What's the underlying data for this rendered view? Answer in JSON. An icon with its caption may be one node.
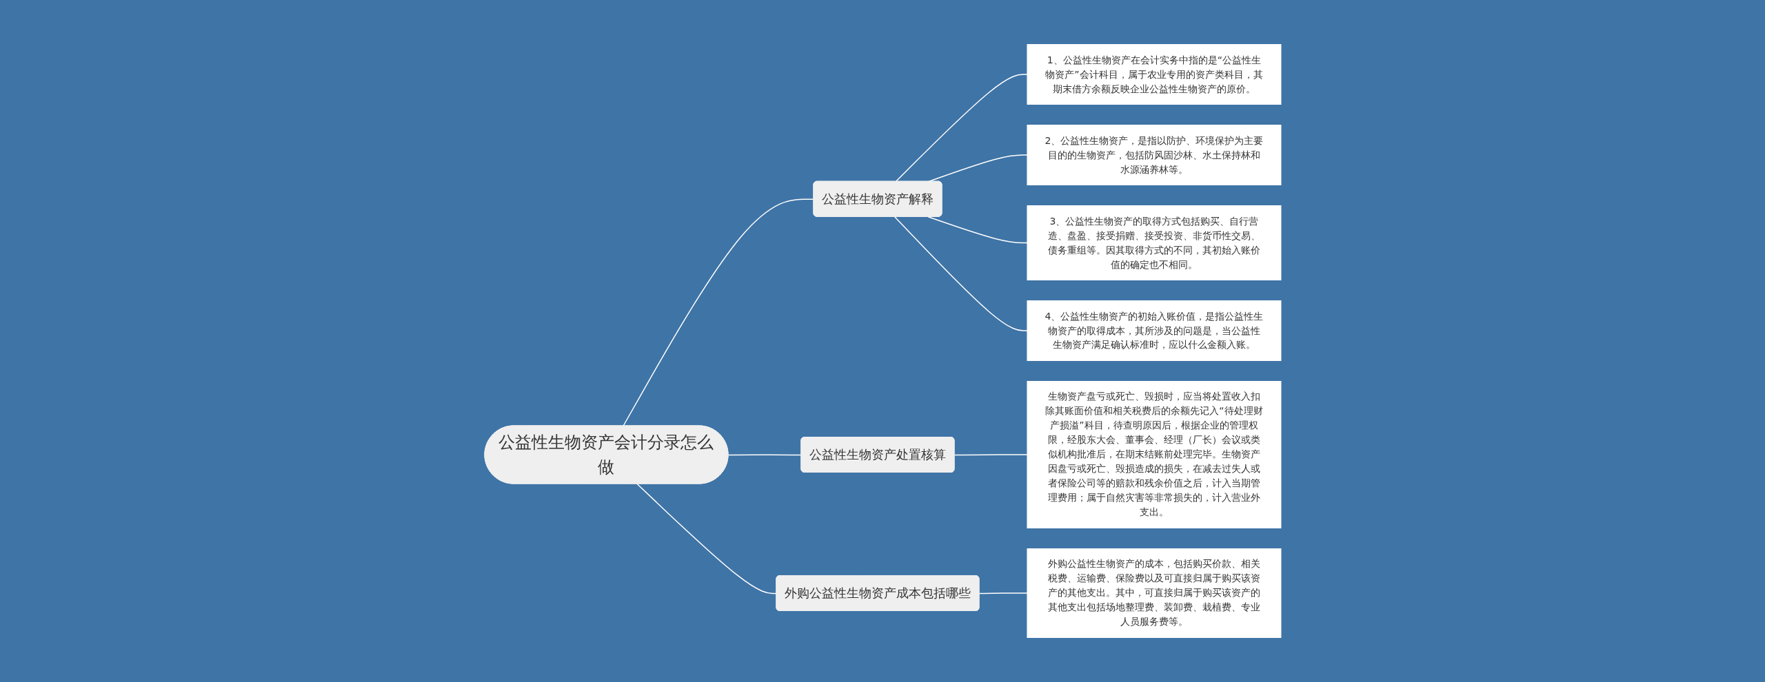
{
  "diagram": {
    "nodes": [
      {
        "text": [
          "公益性生物资产会计分录怎么做"
        ]
      },
      {
        "text": [
          "公益性生物资产解释"
        ]
      },
      {
        "text": [
          "1、公益性生物资产在会计实务中指的是“公益性生物资产”会计科目，属于农业专用的资产类科目，其期末借方余额反映企业公益性生物资产的原价。"
        ]
      },
      {
        "text": [
          "2、公益性生物资产，是指以防护、环境保护为主要目的的生物资产，包括防风固沙林、水土保持林和水源涵养林等。"
        ]
      },
      {
        "text": [
          "3、公益性生物资产的取得方式包括购买、自行营造、盘盈、接受捐赠、接受投资、非货币性交易、债务重组等。因其取得方式的不同，其初始入账价值的确定也不相同。"
        ]
      },
      {
        "text": [
          "4、公益性生物资产的初始入账价值，是指公益性生物资产的取得成本，其所涉及的问题是，当公益性生物资产满足确认标准时，应以什么金额入账。"
        ]
      },
      {
        "text": [
          "公益性生物资产处置核算"
        ]
      },
      {
        "text": [
          "生物资产盘亏或死亡、毁损时，应当将处置收入扣除其账面价值和相关税费后的余额先记入“待处理财产损溢”科目，待查明原因后，根据企业的管理权限，经股东大会、董事会、经理（厂长）会议或类似机构批准后，在期末结账前处理完毕。生物资产因盘亏或死亡、毁损造成的损失，在减去过失人或者保险公司等的赔款和残余价值之后，计入当期管理费用；属于自然灾害等非常损失的，计入营业外支出。"
        ]
      },
      {
        "text": [
          "外购公益性生物资产成本包括哪些"
        ]
      },
      {
        "text": [
          "外购公益性生物资产的成本，包括购买价款、相关税费、运输费、保险费以及可直接归属于购买该资产的其他支出。其中，可直接归属于购买该资产的其他支出包括场地整理费、装卸费、栽植费、专业人员服务费等。"
        ]
      }
    ],
    "edges": [
      {
        "from": 0,
        "to": 1,
        "arrow": "none"
      },
      {
        "from": 1,
        "to": 2,
        "arrow": "none"
      },
      {
        "from": 1,
        "to": 3,
        "arrow": "none"
      },
      {
        "from": 1,
        "to": 4,
        "arrow": "none"
      },
      {
        "from": 1,
        "to": 5,
        "arrow": "none"
      },
      {
        "from": 0,
        "to": 6,
        "arrow": "none"
      },
      {
        "from": 6,
        "to": 7,
        "arrow": "none"
      },
      {
        "from": 0,
        "to": 8,
        "arrow": "none"
      },
      {
        "from": 8,
        "to": 9,
        "arrow": "none"
      }
    ]
  }
}
